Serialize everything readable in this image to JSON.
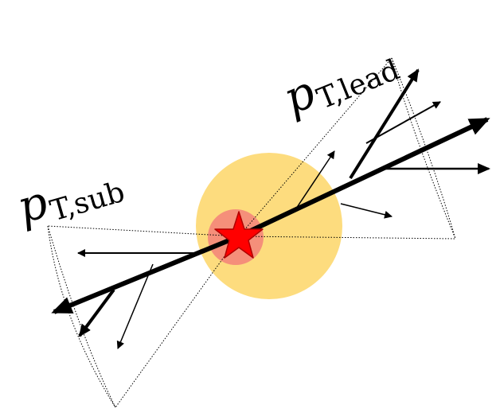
{
  "labels": {
    "lead_main": "p",
    "lead_sub": "T,lead",
    "sub_main": "p",
    "sub_sub": "T,sub"
  },
  "colors": {
    "outer_circle": "#fddc7e",
    "inner_circle": "#f58f7a",
    "star_fill": "#ff0000",
    "star_stroke": "#b00000",
    "line": "#000000",
    "cone": "#000000"
  },
  "icons": {
    "collision_point": "star-icon"
  }
}
